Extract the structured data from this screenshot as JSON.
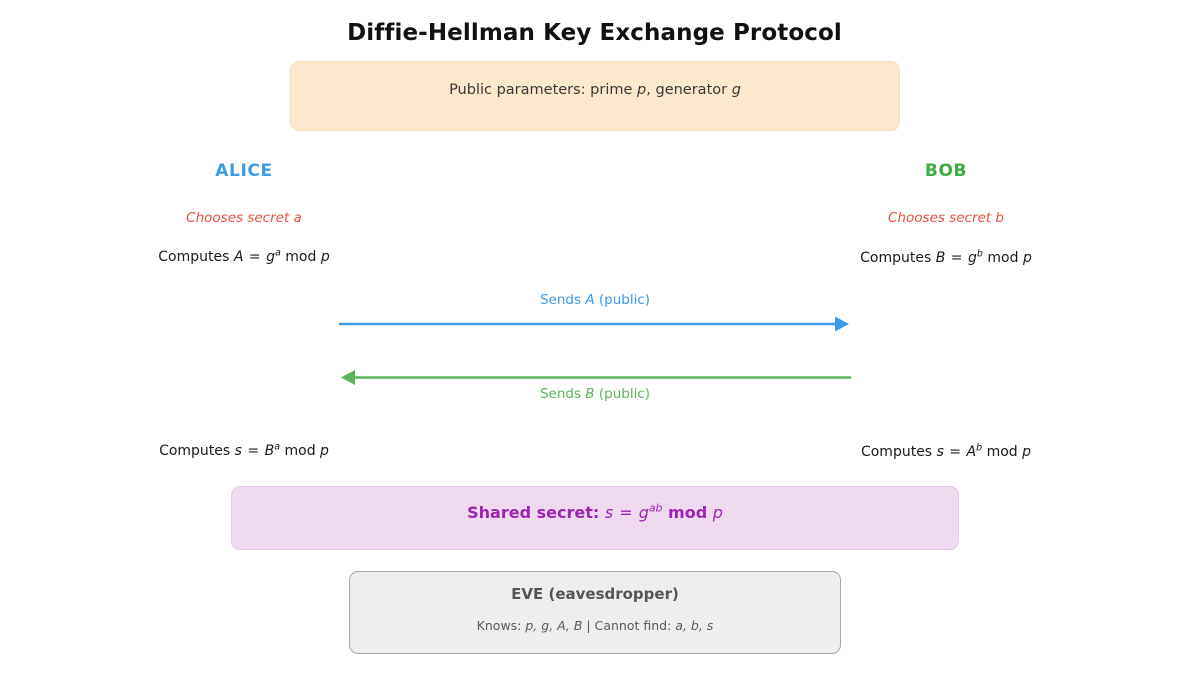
{
  "title": "Diffie-Hellman Key Exchange Protocol",
  "public_parameters": {
    "prefix": "Public parameters: prime ",
    "param1": "p",
    "middle": ", generator ",
    "param2": "g"
  },
  "alice": {
    "name": "ALICE",
    "secret_text": "Chooses secret a",
    "compute_prefix": "Computes ",
    "compute_result": "A",
    "compute_eq": " = ",
    "compute_base": "g",
    "compute_exp": "a",
    "compute_mod": " mod ",
    "compute_modulus": "p",
    "final_prefix": "Computes ",
    "final_result": "s",
    "final_eq": " = ",
    "final_base": "B",
    "final_exp": "a",
    "final_mod": " mod ",
    "final_modulus": "p"
  },
  "bob": {
    "name": "BOB",
    "secret_text": "Chooses secret b",
    "compute_prefix": "Computes ",
    "compute_result": "B",
    "compute_eq": " = ",
    "compute_base": "g",
    "compute_exp": "b",
    "compute_mod": " mod ",
    "compute_modulus": "p",
    "final_prefix": "Computes ",
    "final_result": "s",
    "final_eq": " = ",
    "final_base": "A",
    "final_exp": "b",
    "final_mod": " mod ",
    "final_modulus": "p"
  },
  "messages": [
    {
      "label_prefix": "Sends ",
      "label_var": "A",
      "label_suffix": " (public)",
      "direction": "left-to-right",
      "color": "#3d9ae8"
    },
    {
      "label_prefix": "Sends ",
      "label_var": "B",
      "label_suffix": " (public)",
      "direction": "right-to-left",
      "color": "#5cb25d"
    }
  ],
  "shared_secret": {
    "label": "Shared secret: ",
    "var": "s",
    "eq": " = ",
    "base": "g",
    "exp": "ab",
    "mod": " mod ",
    "modulus": "p"
  },
  "eve": {
    "title": "EVE (eavesdropper)",
    "knows_label": "Knows: ",
    "knows_values": "p, g, A, B",
    "separator": "  |  ",
    "cannot_label": "Cannot find: ",
    "cannot_values": "a, b, s"
  },
  "colors": {
    "alice": "#3d9ae8",
    "bob": "#41aa41",
    "arrow_a": "#3d9ae8",
    "arrow_b": "#5cb25d",
    "secret": "#e8513f",
    "shared": "#9b26b0",
    "params_bg": "#fce8cc",
    "shared_bg": "#f0daf0",
    "eve_bg": "#eeeeee"
  }
}
